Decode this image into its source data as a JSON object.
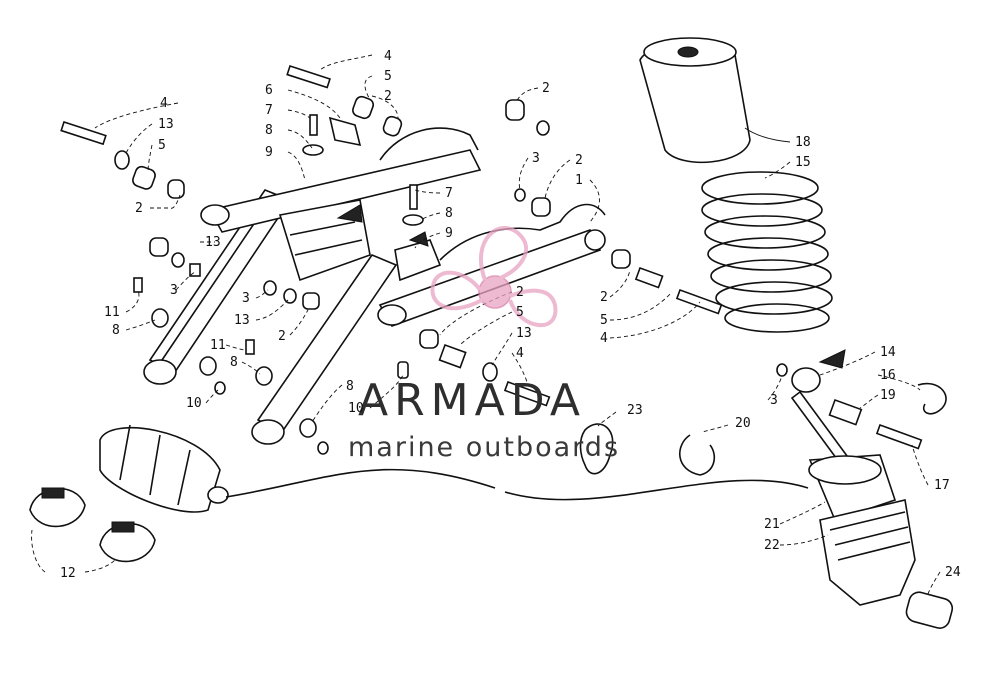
{
  "watermark": {
    "title": "ARMADA",
    "subtitle": "marine outboards",
    "logo_color": "#e7a3c2",
    "text_color": "#2e2e2e"
  },
  "callouts": [
    {
      "text": "4"
    },
    {
      "text": "5"
    },
    {
      "text": "2"
    },
    {
      "text": "2"
    },
    {
      "text": "6"
    },
    {
      "text": "7"
    },
    {
      "text": "8"
    },
    {
      "text": "9"
    },
    {
      "text": "4"
    },
    {
      "text": "13"
    },
    {
      "text": "5"
    },
    {
      "text": "2"
    },
    {
      "text": "13"
    },
    {
      "text": "3"
    },
    {
      "text": "11"
    },
    {
      "text": "8"
    },
    {
      "text": "3"
    },
    {
      "text": "2"
    },
    {
      "text": "1"
    },
    {
      "text": "7"
    },
    {
      "text": "8"
    },
    {
      "text": "9"
    },
    {
      "text": "3"
    },
    {
      "text": "13"
    },
    {
      "text": "2"
    },
    {
      "text": "11"
    },
    {
      "text": "8"
    },
    {
      "text": "10"
    },
    {
      "text": "2"
    },
    {
      "text": "5"
    },
    {
      "text": "13"
    },
    {
      "text": "4"
    },
    {
      "text": "8"
    },
    {
      "text": "10"
    },
    {
      "text": "2"
    },
    {
      "text": "5"
    },
    {
      "text": "4"
    },
    {
      "text": "18"
    },
    {
      "text": "15"
    },
    {
      "text": "14"
    },
    {
      "text": "16"
    },
    {
      "text": "3"
    },
    {
      "text": "19"
    },
    {
      "text": "20"
    },
    {
      "text": "23"
    },
    {
      "text": "17"
    },
    {
      "text": "21"
    },
    {
      "text": "22"
    },
    {
      "text": "12"
    },
    {
      "text": "24"
    }
  ]
}
